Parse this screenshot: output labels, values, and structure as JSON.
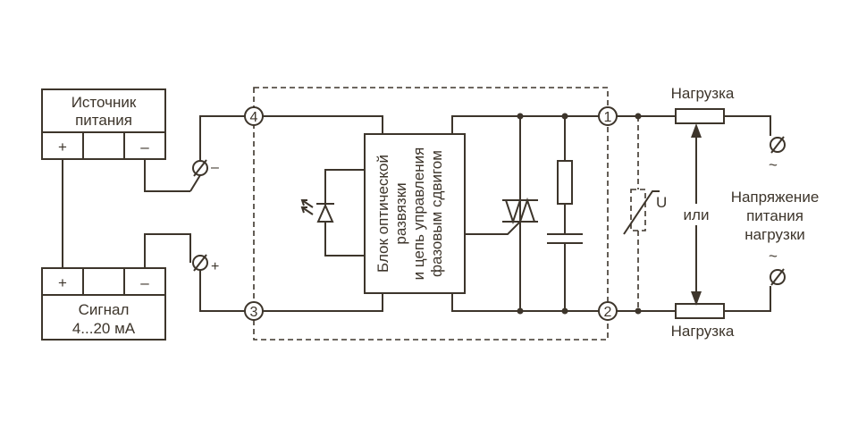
{
  "power_source": {
    "title_line1": "Источник",
    "title_line2": "питания",
    "plus": "+",
    "minus": "–"
  },
  "signal": {
    "title_line1": "Сигнал",
    "title_line2": "4...20 мА",
    "plus": "+",
    "minus": "–"
  },
  "terminal_minus_sign": "–",
  "terminal_plus_sign": "+",
  "terminals": [
    "4",
    "3",
    "1",
    "2"
  ],
  "block": {
    "line1": "Блок оптической",
    "line2": "развязки",
    "line3": "и цепь управления",
    "line4": "фазовым сдвигом"
  },
  "varistor_label": "U",
  "load_top": "Нагрузка",
  "load_bottom": "Нагрузка",
  "or_label": "или",
  "supply": {
    "line1": "Напряжение",
    "line2": "питания",
    "line3": "нагрузки"
  },
  "tilde": "~"
}
